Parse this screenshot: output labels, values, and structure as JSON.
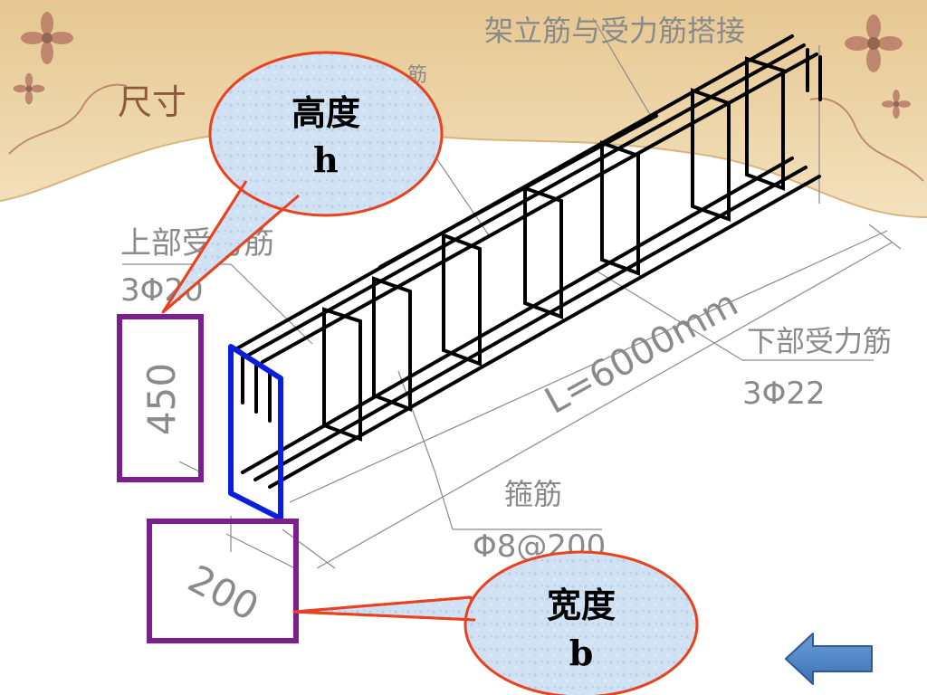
{
  "slide": {
    "title": "尺寸"
  },
  "labels": {
    "lap": "架立筋与受力筋搭接",
    "top_bar": "上部受力筋",
    "top_bar_spec": "3Φ20",
    "bottom_bar": "下部受力筋",
    "bottom_bar_spec": "3Φ22",
    "length": "L=6000mm",
    "stirrup": "箍筋",
    "stirrup_spec": "Φ8@200",
    "height_value": "450",
    "width_value": "200",
    "partial_label": "筋"
  },
  "callouts": {
    "height": {
      "title": "高度",
      "symbol": "h"
    },
    "width": {
      "title": "宽度",
      "symbol": "b"
    }
  },
  "colors": {
    "bubble_fill": "#c8ddf0",
    "bubble_stroke": "#e8421e",
    "highlight_box": "#7a1f8c",
    "section_outline": "#0a1ee0",
    "rebar": "#000000",
    "cad_text": "#8a8a8a",
    "title_text": "#8b5a3c",
    "banner": "#ecd3a1",
    "arrow": "#4a7fc0"
  },
  "nav": {
    "back_icon": "left-arrow-icon"
  }
}
